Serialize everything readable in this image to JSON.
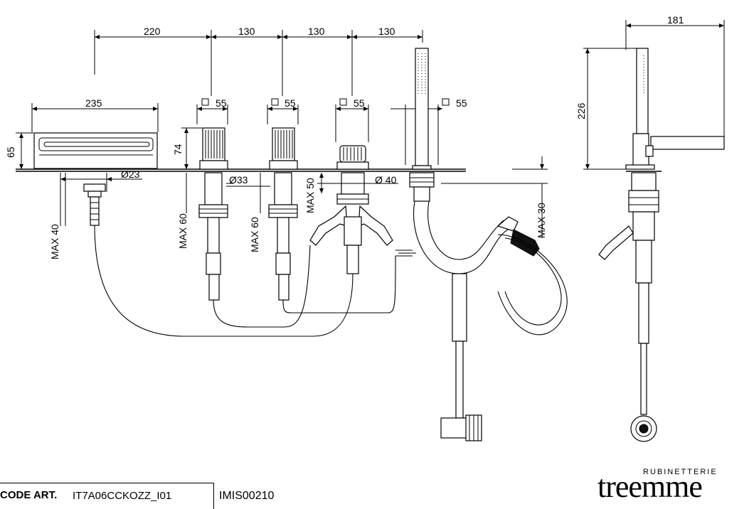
{
  "dimensions": {
    "spacing_220": "220",
    "spacing_130_a": "130",
    "spacing_130_b": "130",
    "spacing_130_c": "130",
    "spout_width": "235",
    "spout_height": "65",
    "spout_hole": "Ø23",
    "spout_max": "MAX 40",
    "handle_square_1": "55",
    "handle_square_2": "55",
    "handle_square_3": "55",
    "handle_square_4": "55",
    "handle_height": "74",
    "handle_hole": "Ø33",
    "handle_max_1": "MAX 60",
    "handle_max_2": "MAX 60",
    "diverter_max": "MAX 50",
    "shower_hole": "Ø 40",
    "shower_max": "MAX 30",
    "side_width": "181",
    "side_height": "226"
  },
  "title_block": {
    "label": "CODE ART.",
    "code": "IT7A06CCKOZZ_I01",
    "doc_number": "IMIS00210"
  },
  "brand": {
    "sub": "RUBINETTERIE",
    "name": "treemme"
  }
}
